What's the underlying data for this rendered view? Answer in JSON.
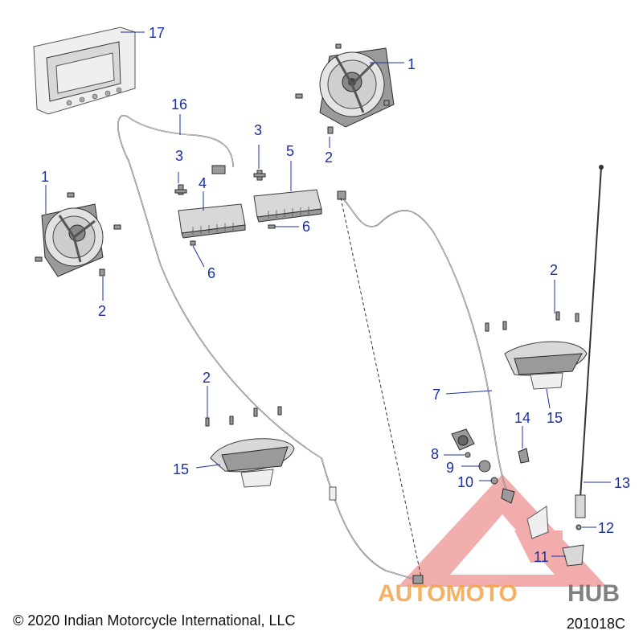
{
  "callouts": {
    "c1": "1",
    "c1b": "1",
    "c2a": "2",
    "c2b": "2",
    "c2c": "2",
    "c2d": "2",
    "c3a": "3",
    "c3b": "3",
    "c4": "4",
    "c5": "5",
    "c6a": "6",
    "c6b": "6",
    "c7": "7",
    "c8": "8",
    "c9": "9",
    "c10": "10",
    "c11": "11",
    "c12": "12",
    "c13": "13",
    "c14": "14",
    "c15a": "15",
    "c15b": "15",
    "c16": "16",
    "c17": "17"
  },
  "watermark": {
    "part1": "AUTOMOTO",
    "part2": "HUB"
  },
  "footer": {
    "copyright": "© 2020 Indian Motorcycle International, LLC",
    "code": "201018C"
  },
  "colors": {
    "callout": "#1a2fa0",
    "watermark_red": "#e05050",
    "watermark_orange": "#f2a24a",
    "watermark_gray": "#6b6b6b"
  }
}
